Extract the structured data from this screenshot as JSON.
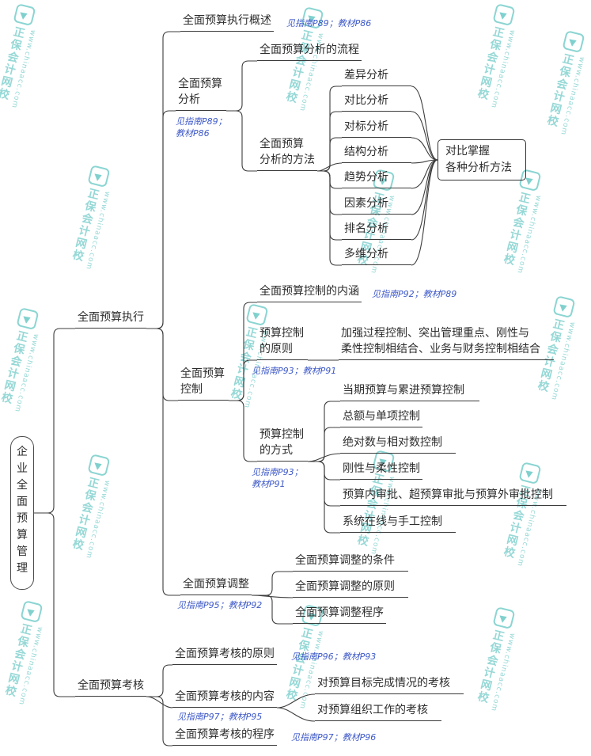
{
  "watermark": {
    "brand": "正保会计网校",
    "url": "www.chinaacc.com",
    "color": "#2cb2ad"
  },
  "root": {
    "label": "企\n业\n全\n面\n预\n算\n管\n理"
  },
  "branches": {
    "execution": {
      "label": "全面预算执行"
    },
    "assessment": {
      "label": "全面预算考核"
    }
  },
  "execution": {
    "overview": {
      "label": "全面预算执行概述",
      "note": "见指南P89；教材P86"
    },
    "analysis": {
      "label": "全面预算\n分析",
      "note": "见指南P89；\n教材P86",
      "flow": {
        "label": "全面预算分析的流程"
      },
      "method": {
        "label": "全面预算\n分析的方法"
      },
      "methods": [
        "差异分析",
        "对比分析",
        "对标分析",
        "结构分析",
        "趋势分析",
        "因素分析",
        "排名分析",
        "多维分析"
      ],
      "summary": {
        "label": "对比掌握\n各种分析方法"
      }
    },
    "control": {
      "label": "全面预算\n控制",
      "meaning": {
        "label": "全面预算控制的内涵",
        "note": "见指南P92；教材P89"
      },
      "principle": {
        "label": "预算控制\n的原则",
        "note": "见指南P93；教材P91",
        "text": "加强过程控制、突出管理重点、刚性与\n柔性控制相结合、业务与财务控制相结合"
      },
      "mode": {
        "label": "预算控制\n的方式",
        "note": "见指南P93；\n教材P91"
      },
      "modes": [
        "当期预算与累进预算控制",
        "总额与单项控制",
        "绝对数与相对数控制",
        "刚性与柔性控制",
        "预算内审批、超预算审批与预算外审批控制",
        "系统在线与手工控制"
      ]
    },
    "adjustment": {
      "label": "全面预算调整",
      "note": "见指南P95；教材P92",
      "items": [
        "全面预算调整的条件",
        "全面预算调整的原则",
        "全面预算调整程序"
      ]
    }
  },
  "assessment": {
    "principle": {
      "label": "全面预算考核的原则",
      "note": "见指南P96；教材P93"
    },
    "content": {
      "label": "全面预算考核的内容",
      "note": "见指南P97；教材P95",
      "items": [
        "对预算目标完成情况的考核",
        "对预算组织工作的考核"
      ]
    },
    "procedure": {
      "label": "全面预算考核的程序",
      "note": "见指南P97；教材P96"
    }
  }
}
